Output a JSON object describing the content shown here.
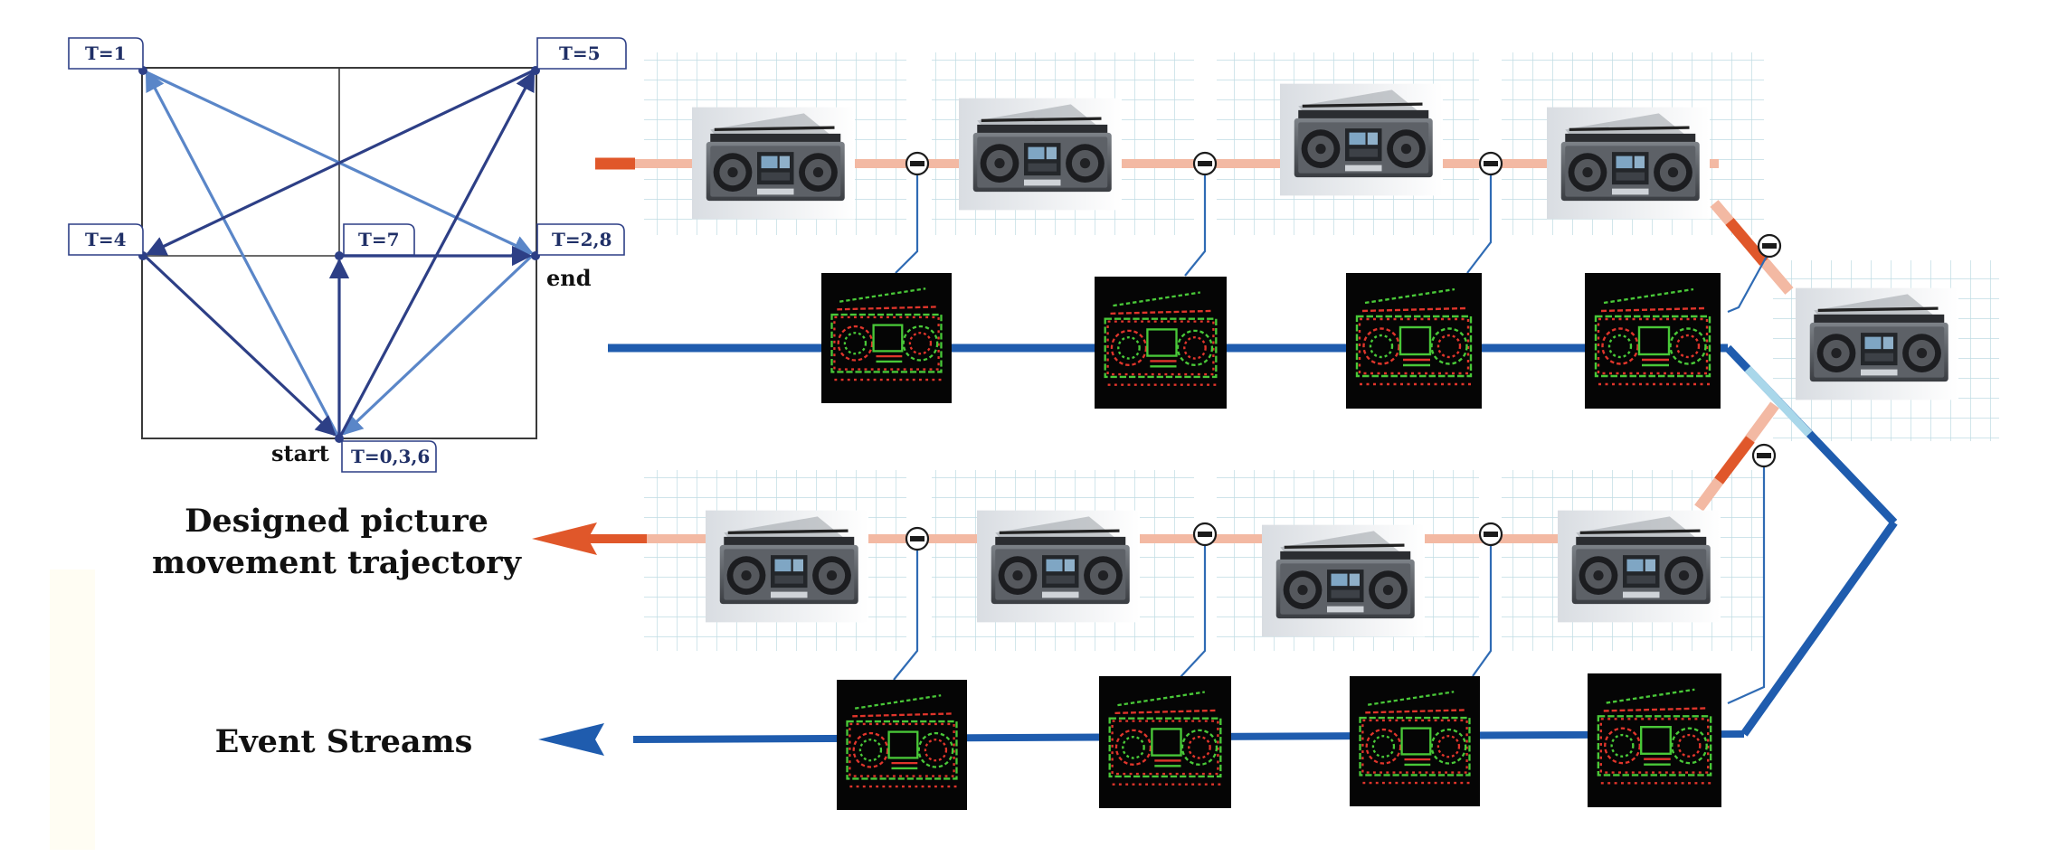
{
  "trajectory": {
    "labels": {
      "t1": "T=1",
      "t5": "T=5",
      "t4": "T=4",
      "t7": "T=7",
      "t28": "T=2,8",
      "t036": "T=0,3,6",
      "start": "start",
      "end": "end"
    }
  },
  "outputs": {
    "designed_line1": "Designed picture",
    "designed_line2": "movement trajectory",
    "event_streams": "Event Streams"
  },
  "operator_symbol": "−",
  "colors": {
    "picture_path": "#e0572a",
    "picture_path_light": "#f3b9a3",
    "event_path": "#1f5cae",
    "event_path_light": "#a9d7ea",
    "arrow_dark": "#2d3f86",
    "arrow_light": "#5a86c8",
    "grid": "#bfdce3",
    "event_green": "#49c838",
    "event_red": "#e0352b"
  },
  "icons": {
    "picture": "boombox-photo-icon",
    "event_frame": "event-frame-icon",
    "subtract": "minus-circle-icon"
  }
}
